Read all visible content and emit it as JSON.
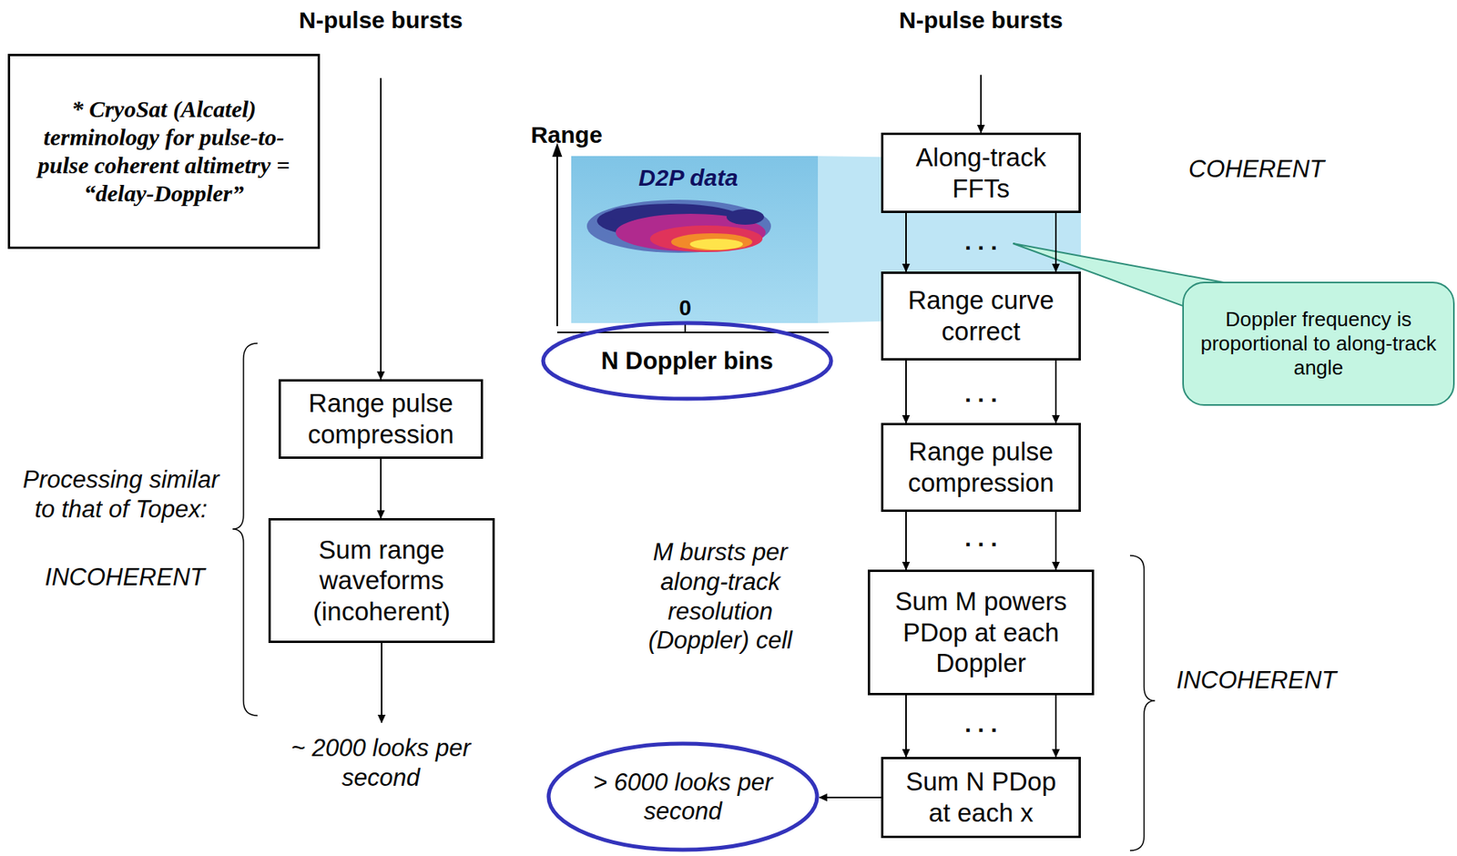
{
  "diagram": {
    "nodes": [
      {
        "text": [
          "* CryoSat (Alcatel) terminology for pulse-to-pulse coherent altimetry = “delay-Doppler”"
        ]
      },
      {
        "text": [
          "Range pulse compression"
        ]
      },
      {
        "text": [
          "Sum range waveforms (incoherent)"
        ]
      },
      {
        "text": [
          "Along-track FFTs"
        ]
      },
      {
        "text": [
          "Range curve correct"
        ]
      },
      {
        "text": [
          "Range pulse compression"
        ]
      },
      {
        "text": [
          "Sum M powers PDop at each Doppler"
        ]
      },
      {
        "text": [
          "Sum N PDop at each x"
        ]
      },
      {
        "text": [
          "N Doppler bins"
        ]
      },
      {
        "text": [
          "> 6000 looks per second"
        ]
      },
      {
        "text": [
          "Doppler frequency is proportional to along-track angle"
        ]
      }
    ],
    "edges": [
      {
        "from": 1,
        "to": 2,
        "arrow": "to"
      },
      {
        "from": 3,
        "to": 4,
        "arrow": "to"
      },
      {
        "from": 3,
        "to": 4,
        "arrow": "to"
      },
      {
        "from": 4,
        "to": 5,
        "arrow": "to"
      },
      {
        "from": 4,
        "to": 5,
        "arrow": "to"
      },
      {
        "from": 5,
        "to": 6,
        "arrow": "to"
      },
      {
        "from": 5,
        "to": 6,
        "arrow": "to"
      },
      {
        "from": 6,
        "to": 7,
        "arrow": "to"
      },
      {
        "from": 6,
        "to": 7,
        "arrow": "to"
      },
      {
        "from": 7,
        "to": 9,
        "arrow": "to"
      }
    ],
    "labels": [
      "N-pulse bursts",
      "N-pulse bursts",
      "Range",
      "D2P data",
      "0",
      "COHERENT",
      "Processing similar to that of Topex:",
      "INCOHERENT",
      "M bursts per along-track resolution (Doppler) cell",
      "INCOHERENT",
      "~ 2000 looks per second",
      ". . .",
      ". . .",
      ". . .",
      ". . ."
    ]
  }
}
